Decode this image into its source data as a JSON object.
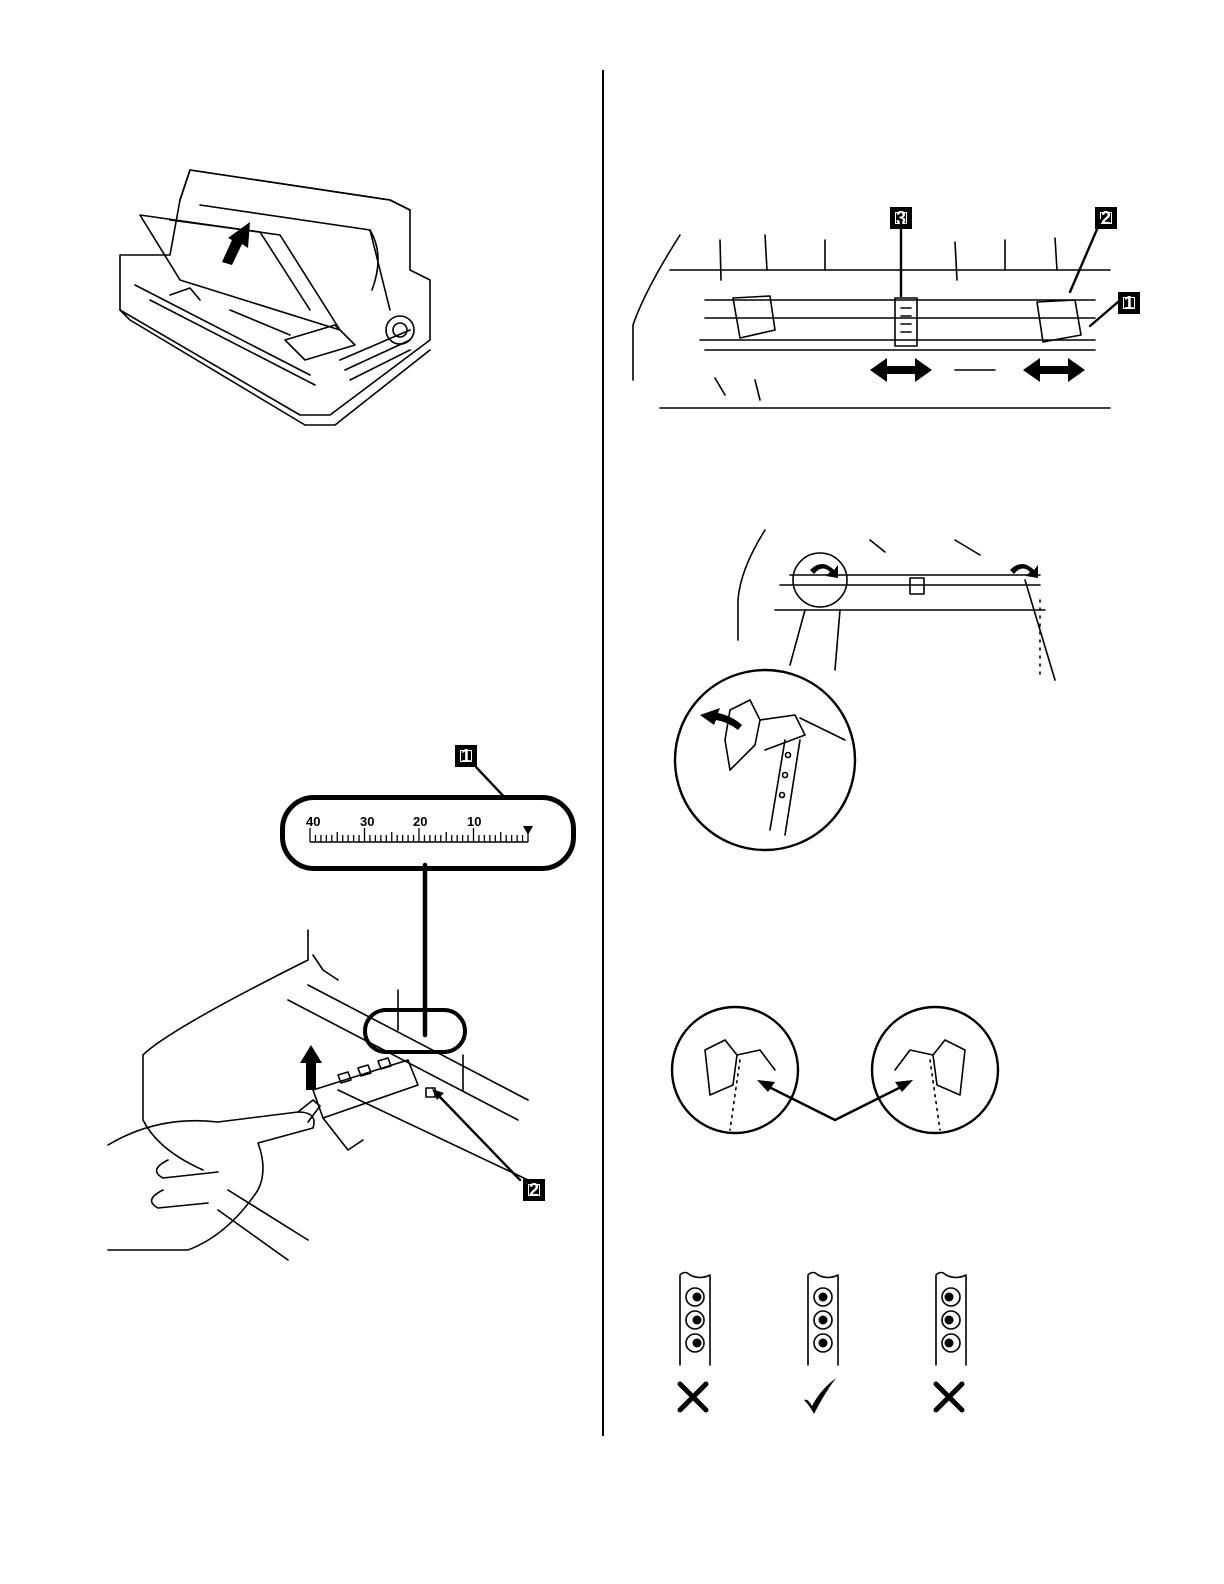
{
  "callouts": {
    "fig3_num3": "3",
    "fig3_num2": "2",
    "fig3_num1": "1",
    "fig2_num1": "1",
    "fig2_num2": "2"
  },
  "scale": {
    "labels": [
      "40",
      "30",
      "20",
      "10"
    ]
  },
  "icons": {
    "wrong_left": "cross-mark-icon",
    "correct": "check-mark-icon",
    "wrong_right": "cross-mark-icon"
  }
}
